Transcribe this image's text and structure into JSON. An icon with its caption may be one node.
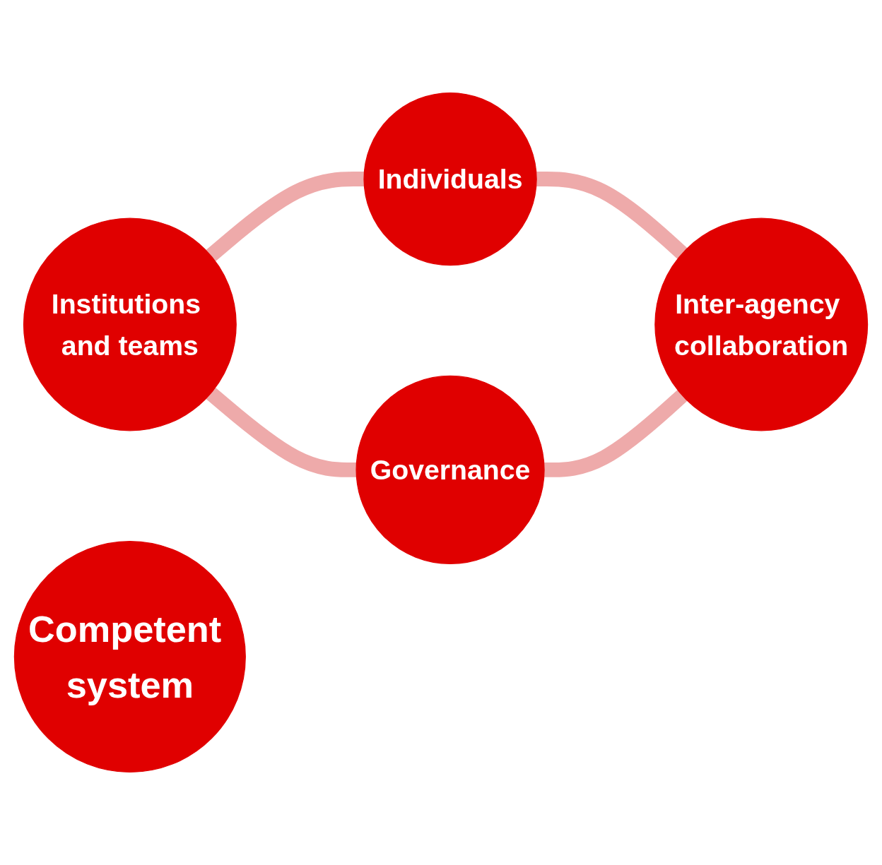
{
  "diagram": {
    "nodes": [
      {
        "text": [
          "Individuals"
        ]
      },
      {
        "text": [
          "Institutions and teams"
        ]
      },
      {
        "text": [
          "Competent system"
        ]
      },
      {
        "text": [
          "Inter-agency collaboration"
        ]
      },
      {
        "text": [
          "Governance"
        ]
      }
    ],
    "edges": [
      {
        "from": 1,
        "to": 0,
        "arrow": "none"
      },
      {
        "from": 1,
        "to": 4,
        "arrow": "none"
      },
      {
        "from": 0,
        "to": 3,
        "arrow": "none"
      },
      {
        "from": 4,
        "to": 3,
        "arrow": "none"
      }
    ]
  }
}
